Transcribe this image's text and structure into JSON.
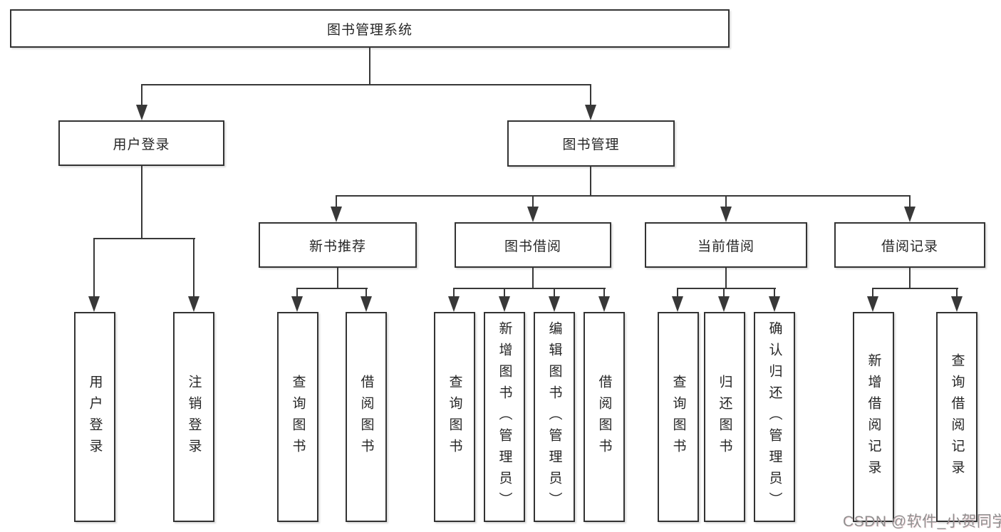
{
  "diagram": {
    "root": {
      "label": "图书管理系统"
    },
    "level2": [
      {
        "label": "用户登录"
      },
      {
        "label": "图书管理"
      }
    ],
    "level3": [
      {
        "label": "新书推荐"
      },
      {
        "label": "图书借阅"
      },
      {
        "label": "当前借阅"
      },
      {
        "label": "借阅记录"
      }
    ],
    "leaves": [
      {
        "label": "用户登录"
      },
      {
        "label": "注销登录"
      },
      {
        "label": "查询图书"
      },
      {
        "label": "借阅图书"
      },
      {
        "label": "查询图书"
      },
      {
        "label": "新增图书（管理员）"
      },
      {
        "label": "编辑图书（管理员）"
      },
      {
        "label": "借阅图书"
      },
      {
        "label": "查询图书"
      },
      {
        "label": "归还图书"
      },
      {
        "label": "确认归还（管理员）"
      },
      {
        "label": "新增借阅记录"
      },
      {
        "label": "查询借阅记录"
      }
    ]
  },
  "watermark": {
    "text": "CSDN @软件_小贺同学"
  },
  "colors": {
    "line": "#383838",
    "box_border": "#333333",
    "text": "#262626",
    "background": "#ffffff",
    "watermark": "#8f8f8f"
  }
}
